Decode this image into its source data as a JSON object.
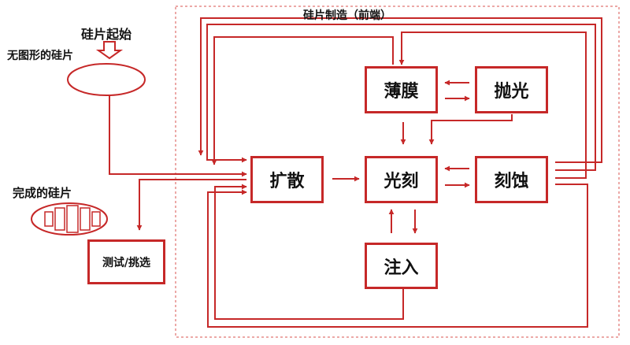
{
  "title": "硅片制造（前端）",
  "start_label": "硅片起始",
  "unpatterned_label": "无图形的硅片",
  "finished_label": "完成的硅片",
  "processes": {
    "thin_film": "薄膜",
    "polish": "抛光",
    "diffusion": "扩散",
    "photo": "光刻",
    "etch": "刻蚀",
    "implant": "注入",
    "test_sort": "测试/挑选"
  },
  "colors": {
    "accent": "#c62828",
    "frame": "#d9534f"
  }
}
